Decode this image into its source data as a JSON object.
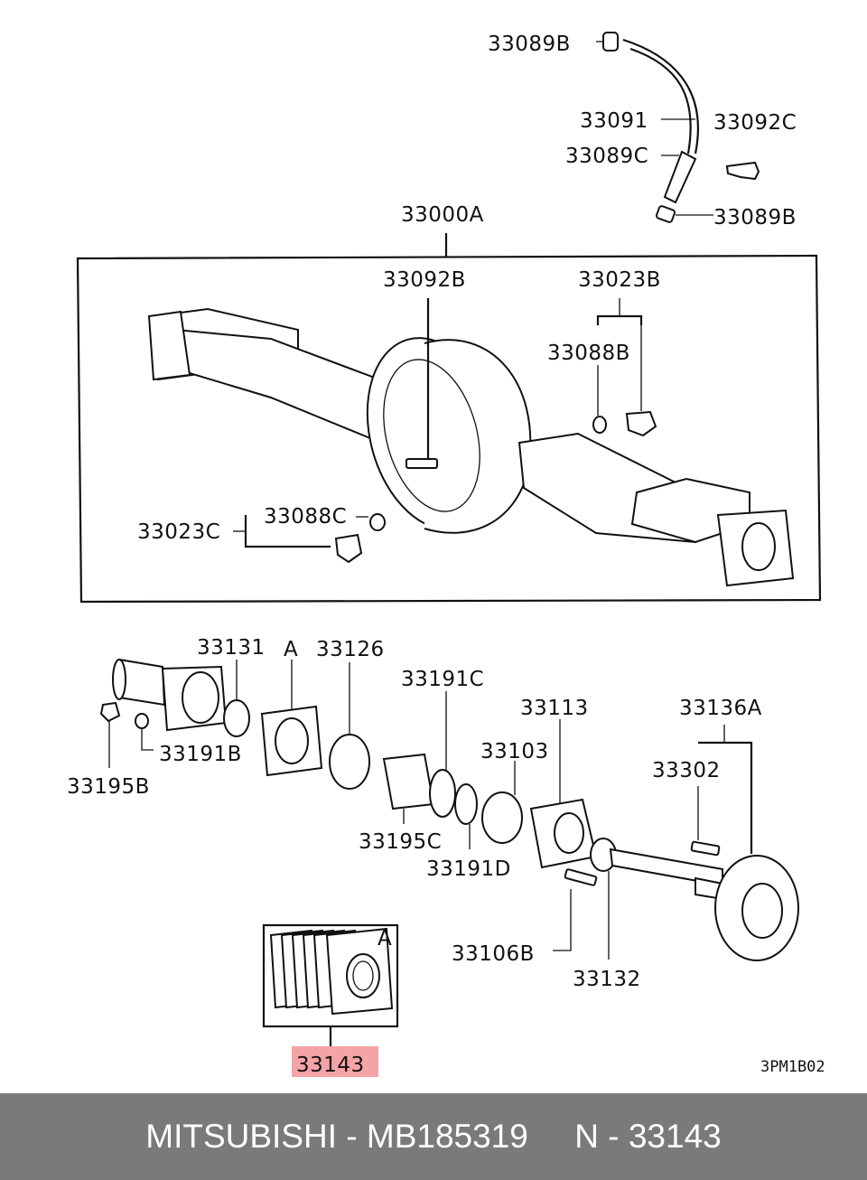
{
  "diagram": {
    "labels": {
      "l_33089B_top": "33089B",
      "l_33091": "33091",
      "l_33092C": "33092C",
      "l_33089C": "33089C",
      "l_33089B_bot": "33089B",
      "l_33000A": "33000A",
      "l_33092B": "33092B",
      "l_33023B": "33023B",
      "l_33088B": "33088B",
      "l_33088C": "33088C",
      "l_33023C": "33023C",
      "l_33131": "33131",
      "l_A_top": "A",
      "l_33126": "33126",
      "l_33191C": "33191C",
      "l_33113": "33113",
      "l_33136A": "33136A",
      "l_33103": "33103",
      "l_33302": "33302",
      "l_33191B": "33191B",
      "l_33195B": "33195B",
      "l_33195C": "33195C",
      "l_33191D": "33191D",
      "l_33106B": "33106B",
      "l_33132": "33132",
      "l_A_box": "A",
      "l_33143": "33143"
    },
    "highlight_color": "#f4a3a6",
    "drawing_code": "3PM1B02"
  },
  "footer": {
    "text": "MITSUBISHI - MB185319     N - 33143",
    "background": "#7a7a7a"
  }
}
